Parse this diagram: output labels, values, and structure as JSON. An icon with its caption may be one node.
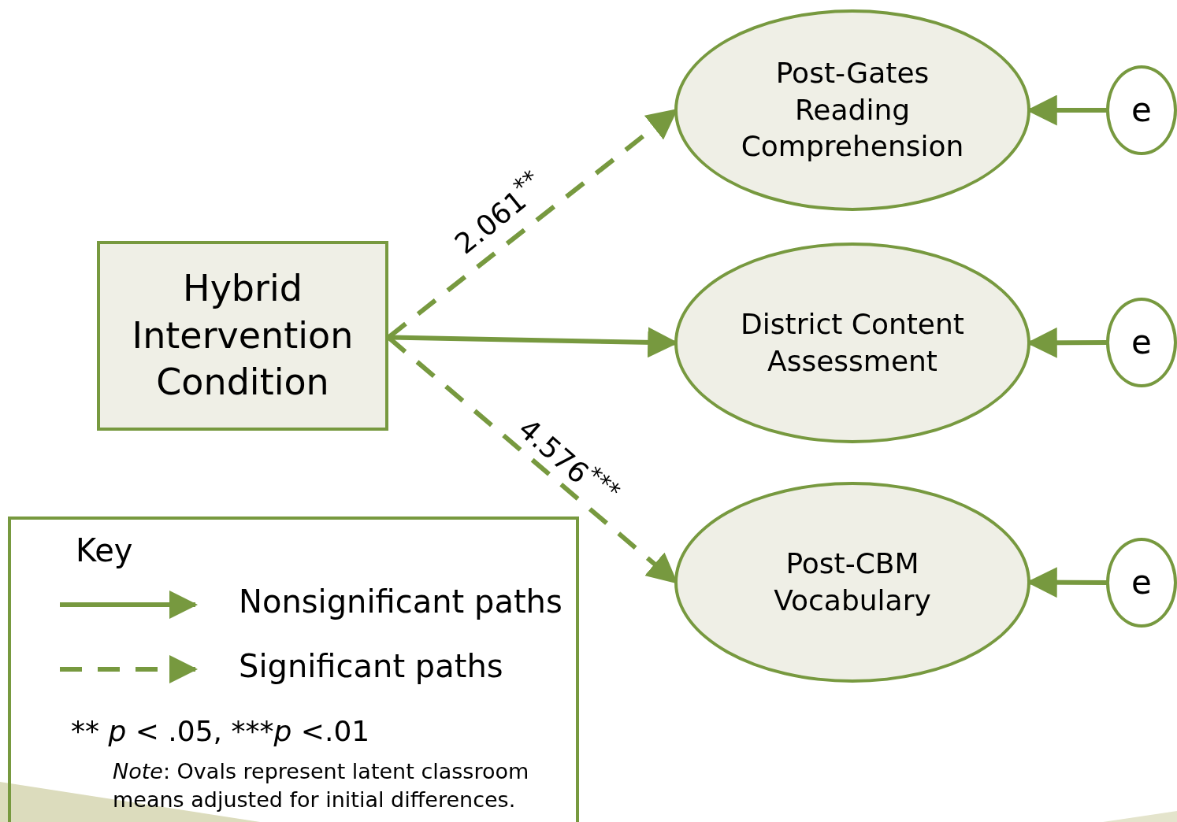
{
  "diagram": {
    "nodes": [
      {
        "text": [
          "Hybrid Intervention Condition"
        ]
      },
      {
        "text": [
          "Post-Gates Reading Comprehension"
        ]
      },
      {
        "text": [
          "District Content Assessment"
        ]
      },
      {
        "text": [
          "Post-CBM Vocabulary"
        ]
      },
      {
        "text": [
          "e"
        ]
      },
      {
        "text": [
          "e"
        ]
      },
      {
        "text": [
          "e"
        ]
      }
    ],
    "edges": [
      {
        "from": 0,
        "to": 1,
        "arrow": "to",
        "style": "dashed",
        "label": "2.061$^{**}$"
      },
      {
        "from": 0,
        "to": 2,
        "arrow": "to"
      },
      {
        "from": 0,
        "to": 3,
        "arrow": "to",
        "style": "dashed",
        "label": "4.576$^{***}$"
      },
      {
        "from": 4,
        "to": 1,
        "arrow": "to"
      },
      {
        "from": 5,
        "to": 2,
        "arrow": "to"
      },
      {
        "from": 6,
        "to": 3,
        "arrow": "to"
      }
    ],
    "labels": [
      "Key",
      "** *p* < .05, ***​*p* <.01",
      "*Note*: Ovals represent latent classroom means adjusted for  initial differences."
    ],
    "legend": [
      {
        "text": "Nonsignificant paths"
      },
      {
        "text": "Significant paths"
      }
    ]
  }
}
